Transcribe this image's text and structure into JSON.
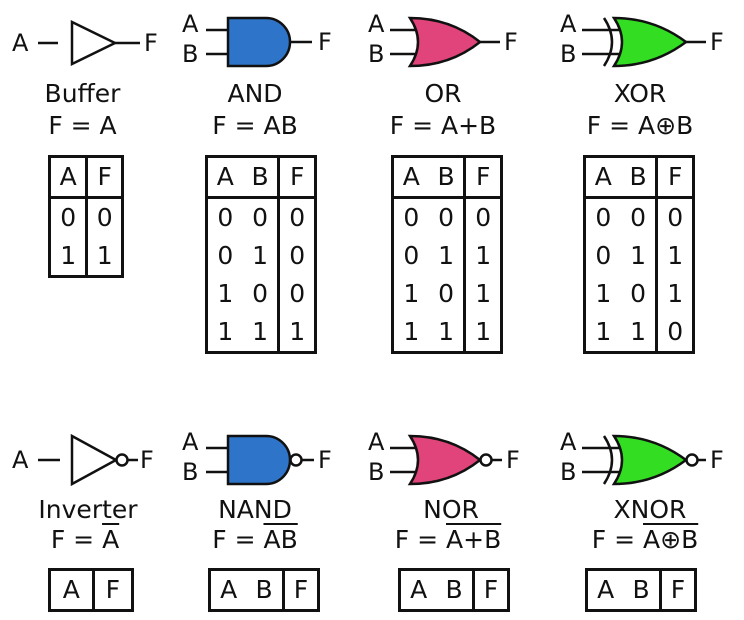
{
  "gates_top": [
    {
      "key": "buffer",
      "name": "Buffer",
      "formula": "F = A",
      "inputs": [
        "A"
      ],
      "output": "F",
      "color": "#ffffff",
      "table": {
        "headers": [
          "A",
          "F"
        ],
        "rows": [
          [
            "0",
            "0"
          ],
          [
            "1",
            "1"
          ]
        ]
      }
    },
    {
      "key": "and",
      "name": "AND",
      "formula": "F = AB",
      "inputs": [
        "A",
        "B"
      ],
      "output": "F",
      "color": "#2e74c8",
      "table": {
        "headers": [
          "A",
          "B",
          "F"
        ],
        "rows": [
          [
            "0",
            "0",
            "0"
          ],
          [
            "0",
            "1",
            "0"
          ],
          [
            "1",
            "0",
            "0"
          ],
          [
            "1",
            "1",
            "1"
          ]
        ]
      }
    },
    {
      "key": "or",
      "name": "OR",
      "formula": "F = A+B",
      "inputs": [
        "A",
        "B"
      ],
      "output": "F",
      "color": "#e0447a",
      "table": {
        "headers": [
          "A",
          "B",
          "F"
        ],
        "rows": [
          [
            "0",
            "0",
            "0"
          ],
          [
            "0",
            "1",
            "1"
          ],
          [
            "1",
            "0",
            "1"
          ],
          [
            "1",
            "1",
            "1"
          ]
        ]
      }
    },
    {
      "key": "xor",
      "name": "XOR",
      "formula_lhs": "F = ",
      "formula_rhs": "A⊕B",
      "inputs": [
        "A",
        "B"
      ],
      "output": "F",
      "color": "#33dd22",
      "table": {
        "headers": [
          "A",
          "B",
          "F"
        ],
        "rows": [
          [
            "0",
            "0",
            "0"
          ],
          [
            "0",
            "1",
            "1"
          ],
          [
            "1",
            "0",
            "1"
          ],
          [
            "1",
            "1",
            "0"
          ]
        ]
      }
    }
  ],
  "gates_bottom": [
    {
      "key": "inverter",
      "name": "Inverter",
      "formula_lhs": "F = ",
      "formula_rhs": "A",
      "inputs": [
        "A"
      ],
      "output": "F",
      "color": "#ffffff",
      "table": {
        "headers": [
          "A",
          "F"
        ]
      }
    },
    {
      "key": "nand",
      "name": "NAND",
      "formula_lhs": "F = ",
      "formula_rhs": "AB",
      "inputs": [
        "A",
        "B"
      ],
      "output": "F",
      "color": "#2e74c8",
      "table": {
        "headers": [
          "A",
          "B",
          "F"
        ]
      }
    },
    {
      "key": "nor",
      "name": "NOR",
      "formula_lhs": "F = ",
      "formula_rhs": "A+B",
      "inputs": [
        "A",
        "B"
      ],
      "output": "F",
      "color": "#e0447a",
      "table": {
        "headers": [
          "A",
          "B",
          "F"
        ]
      }
    },
    {
      "key": "xnor",
      "name": "XNOR",
      "formula_lhs": "F = ",
      "formula_rhs": "A⊕B",
      "inputs": [
        "A",
        "B"
      ],
      "output": "F",
      "color": "#33dd22",
      "table": {
        "headers": [
          "A",
          "B",
          "F"
        ]
      }
    }
  ]
}
